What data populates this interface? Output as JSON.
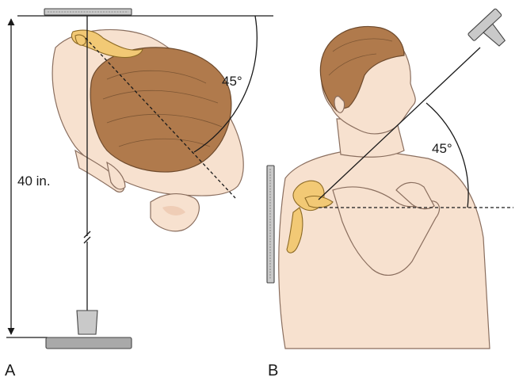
{
  "panel_a": {
    "label": "A",
    "distance_label": "40 in.",
    "angle_label": "45°"
  },
  "panel_b": {
    "label": "B",
    "angle_label": "45°"
  }
}
